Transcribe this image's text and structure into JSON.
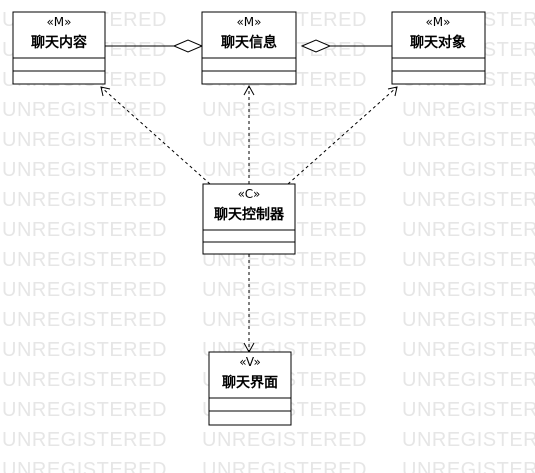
{
  "watermark": {
    "text": "UNREGISTERED"
  },
  "diagram": {
    "classes": [
      {
        "id": "chat-content",
        "stereotype": "«M»",
        "name": "聊天内容"
      },
      {
        "id": "chat-info",
        "stereotype": "«M»",
        "name": "聊天信息"
      },
      {
        "id": "chat-target",
        "stereotype": "«M»",
        "name": "聊天对象"
      },
      {
        "id": "chat-controller",
        "stereotype": "«C»",
        "name": "聊天控制器"
      },
      {
        "id": "chat-view",
        "stereotype": "«V»",
        "name": "聊天界面"
      }
    ],
    "relations": [
      {
        "type": "aggregation",
        "from": "chat-content",
        "to": "chat-info"
      },
      {
        "type": "aggregation",
        "from": "chat-target",
        "to": "chat-info"
      },
      {
        "type": "dependency",
        "from": "chat-controller",
        "to": "chat-content"
      },
      {
        "type": "dependency",
        "from": "chat-controller",
        "to": "chat-info"
      },
      {
        "type": "dependency",
        "from": "chat-controller",
        "to": "chat-target"
      },
      {
        "type": "dependency",
        "from": "chat-controller",
        "to": "chat-view"
      }
    ]
  }
}
